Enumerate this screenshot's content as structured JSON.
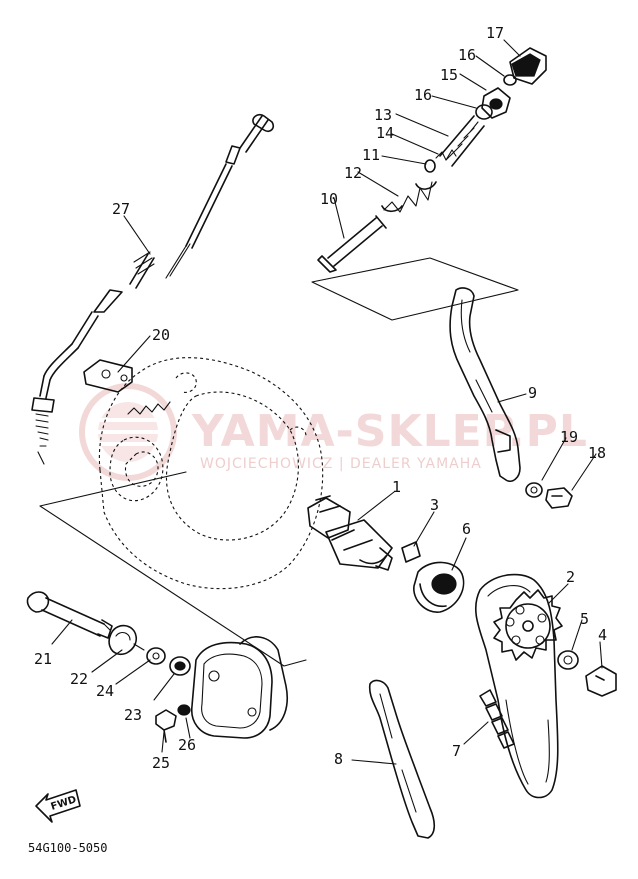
{
  "diagram": {
    "code": "54G100-5050",
    "fwd_label": "FWD",
    "watermark": {
      "title": "YAMA-SKLEP.PL",
      "subtitle": "WOJCIECHOWICZ | DEALER YAMAHA"
    },
    "callouts": [
      {
        "id": "c1",
        "label": "1"
      },
      {
        "id": "c2",
        "label": "2"
      },
      {
        "id": "c3",
        "label": "3"
      },
      {
        "id": "c4",
        "label": "4"
      },
      {
        "id": "c5",
        "label": "5"
      },
      {
        "id": "c6",
        "label": "6"
      },
      {
        "id": "c7",
        "label": "7"
      },
      {
        "id": "c8",
        "label": "8"
      },
      {
        "id": "c9",
        "label": "9"
      },
      {
        "id": "c10",
        "label": "10"
      },
      {
        "id": "c11",
        "label": "11"
      },
      {
        "id": "c12",
        "label": "12"
      },
      {
        "id": "c13",
        "label": "13"
      },
      {
        "id": "c14",
        "label": "14"
      },
      {
        "id": "c15",
        "label": "15"
      },
      {
        "id": "c16a",
        "label": "16"
      },
      {
        "id": "c16b",
        "label": "16"
      },
      {
        "id": "c17",
        "label": "17"
      },
      {
        "id": "c18",
        "label": "18"
      },
      {
        "id": "c19",
        "label": "19"
      },
      {
        "id": "c20",
        "label": "20"
      },
      {
        "id": "c21",
        "label": "21"
      },
      {
        "id": "c22",
        "label": "22"
      },
      {
        "id": "c23",
        "label": "23"
      },
      {
        "id": "c24",
        "label": "24"
      },
      {
        "id": "c25",
        "label": "25"
      },
      {
        "id": "c26",
        "label": "26"
      },
      {
        "id": "c27",
        "label": "27"
      }
    ]
  }
}
